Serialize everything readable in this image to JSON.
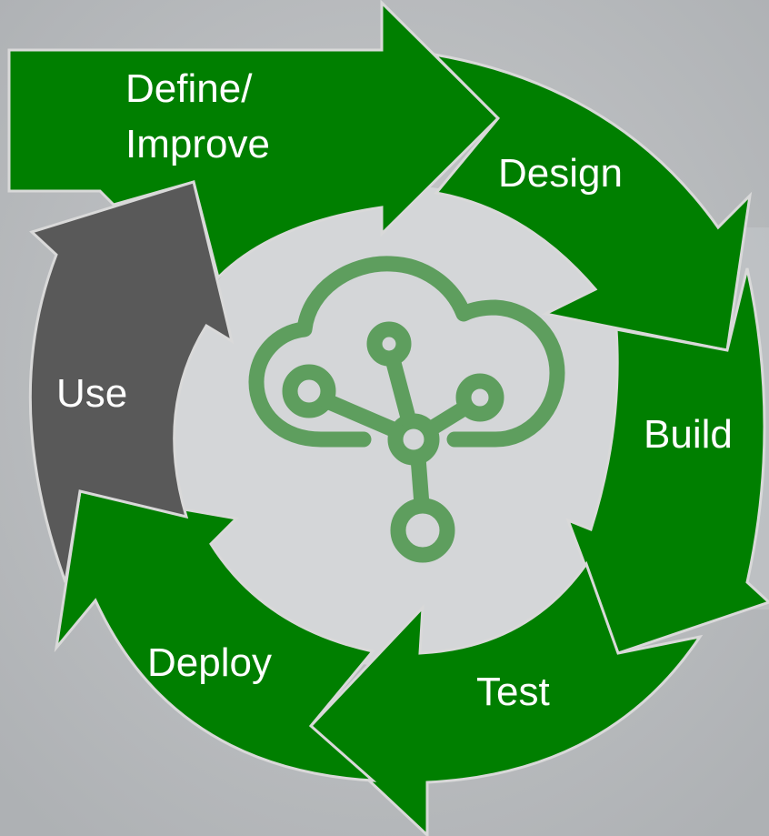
{
  "stages": [
    {
      "id": "define",
      "lines": [
        "Define/",
        "Improve"
      ],
      "color": "#007f00"
    },
    {
      "id": "design",
      "lines": [
        "Design"
      ],
      "color": "#007f00"
    },
    {
      "id": "build",
      "lines": [
        "Build"
      ],
      "color": "#007f00"
    },
    {
      "id": "test",
      "lines": [
        "Test"
      ],
      "color": "#007f00"
    },
    {
      "id": "deploy",
      "lines": [
        "Deploy"
      ],
      "color": "#007f00"
    },
    {
      "id": "use",
      "lines": [
        "Use"
      ],
      "color": "#595959"
    }
  ],
  "center_icon": {
    "name": "cloud-network-icon",
    "color": "#5e9e5e"
  },
  "colors": {
    "background": "#b9bcbf",
    "center_disc": "#d4d6d8",
    "arrow_outline": "#d9d9d9"
  }
}
